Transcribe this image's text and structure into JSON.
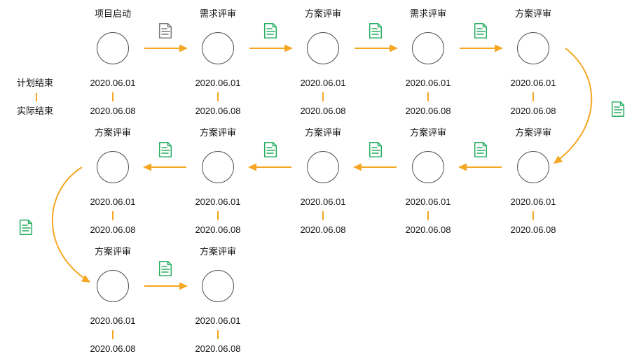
{
  "legend": {
    "plan_end": "计划结束",
    "actual_end": "实际结束"
  },
  "colors": {
    "arrow": "#f5a623",
    "doc_icon_green": "#27ae60",
    "doc_icon_gray": "#777777",
    "circle_border": "#555555"
  },
  "nodes": [
    {
      "title": "项目启动",
      "plan_date": "2020.06.01",
      "actual_date": "2020.06.08"
    },
    {
      "title": "需求评审",
      "plan_date": "2020.06.01",
      "actual_date": "2020.06.08"
    },
    {
      "title": "方案评审",
      "plan_date": "2020.06.01",
      "actual_date": "2020.06.08"
    },
    {
      "title": "需求评审",
      "plan_date": "2020.06.01",
      "actual_date": "2020.06.08"
    },
    {
      "title": "方案评审",
      "plan_date": "2020.06.01",
      "actual_date": "2020.06.08"
    },
    {
      "title": "方案评审",
      "plan_date": "2020.06.01",
      "actual_date": "2020.06.08"
    },
    {
      "title": "方案评审",
      "plan_date": "2020.06.01",
      "actual_date": "2020.06.08"
    },
    {
      "title": "方案评审",
      "plan_date": "2020.06.01",
      "actual_date": "2020.06.08"
    },
    {
      "title": "方案评审",
      "plan_date": "2020.06.01",
      "actual_date": "2020.06.08"
    },
    {
      "title": "方案评审",
      "plan_date": "2020.06.01",
      "actual_date": "2020.06.08"
    },
    {
      "title": "方案评审",
      "plan_date": "2020.06.01",
      "actual_date": "2020.06.08"
    },
    {
      "title": "方案评审",
      "plan_date": "2020.06.01",
      "actual_date": "2020.06.08"
    }
  ],
  "connectors": [
    {
      "from": 1,
      "to": 2,
      "doc_icon": "document-icon-gray"
    },
    {
      "from": 2,
      "to": 3,
      "doc_icon": "document-icon-green"
    },
    {
      "from": 3,
      "to": 4,
      "doc_icon": "document-icon-green"
    },
    {
      "from": 4,
      "to": 5,
      "doc_icon": "document-icon-green"
    },
    {
      "from": 5,
      "to": 6,
      "doc_icon": "document-icon-green"
    },
    {
      "from": 6,
      "to": 7,
      "doc_icon": "document-icon-green"
    },
    {
      "from": 7,
      "to": 8,
      "doc_icon": "document-icon-green"
    },
    {
      "from": 8,
      "to": 9,
      "doc_icon": "document-icon-green"
    },
    {
      "from": 9,
      "to": 10,
      "doc_icon": "document-icon-green"
    },
    {
      "from": 10,
      "to": 11,
      "doc_icon": "document-icon-green"
    },
    {
      "from": 11,
      "to": 12,
      "doc_icon": "document-icon-green"
    }
  ]
}
